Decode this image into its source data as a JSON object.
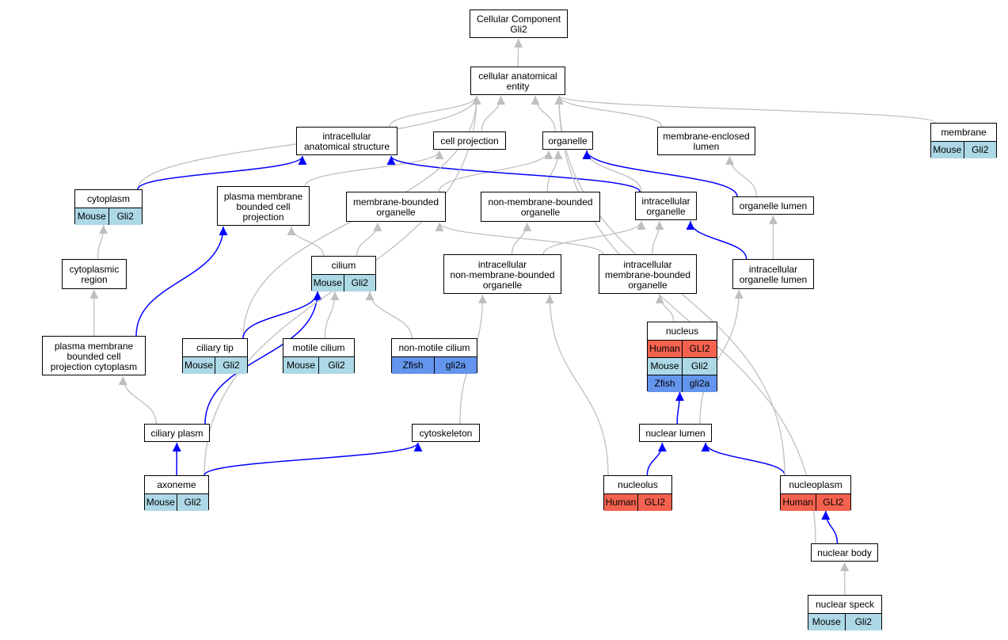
{
  "colors": {
    "Human": "#f4624f",
    "Mouse": "#add8e6",
    "Zfish": "#6495ed",
    "edge_isa": "#bfbfbf",
    "edge_partof": "#0000ff"
  },
  "nodes": [
    {
      "id": "cc",
      "lines": [
        "Cellular Component",
        "Gli2"
      ],
      "rows": []
    },
    {
      "id": "cae",
      "lines": [
        "cellular anatomical",
        "entity"
      ],
      "rows": []
    },
    {
      "id": "ias",
      "lines": [
        "intracellular",
        "anatomical structure"
      ],
      "rows": []
    },
    {
      "id": "cellproj",
      "lines": [
        "cell projection"
      ],
      "rows": []
    },
    {
      "id": "organelle",
      "lines": [
        "organelle"
      ],
      "rows": []
    },
    {
      "id": "mel",
      "lines": [
        "membrane-enclosed",
        "lumen"
      ],
      "rows": []
    },
    {
      "id": "membrane",
      "lines": [
        "membrane"
      ],
      "rows": [
        [
          "Mouse",
          "Gli2"
        ]
      ]
    },
    {
      "id": "cytoplasm",
      "lines": [
        "cytoplasm"
      ],
      "rows": [
        [
          "Mouse",
          "Gli2"
        ]
      ]
    },
    {
      "id": "pmbcp",
      "lines": [
        "plasma membrane",
        "bounded cell",
        "projection"
      ],
      "rows": []
    },
    {
      "id": "mbo",
      "lines": [
        "membrane-bounded",
        "organelle"
      ],
      "rows": []
    },
    {
      "id": "nmbo",
      "lines": [
        "non-membrane-bounded",
        "organelle"
      ],
      "rows": []
    },
    {
      "id": "io",
      "lines": [
        "intracellular",
        "organelle"
      ],
      "rows": []
    },
    {
      "id": "ol",
      "lines": [
        "organelle lumen"
      ],
      "rows": []
    },
    {
      "id": "cytoreg",
      "lines": [
        "cytoplasmic",
        "region"
      ],
      "rows": []
    },
    {
      "id": "cilium",
      "lines": [
        "cilium"
      ],
      "rows": [
        [
          "Mouse",
          "Gli2"
        ]
      ]
    },
    {
      "id": "inmbo",
      "lines": [
        "intracellular",
        "non-membrane-bounded",
        "organelle"
      ],
      "rows": []
    },
    {
      "id": "imbo",
      "lines": [
        "intracellular",
        "membrane-bounded",
        "organelle"
      ],
      "rows": []
    },
    {
      "id": "iol",
      "lines": [
        "intracellular",
        "organelle lumen"
      ],
      "rows": []
    },
    {
      "id": "nucleus",
      "lines": [
        "nucleus"
      ],
      "rows": [
        [
          "Human",
          "GLI2"
        ],
        [
          "Mouse",
          "Gli2"
        ],
        [
          "Zfish",
          "gli2a"
        ]
      ]
    },
    {
      "id": "pmbcpc",
      "lines": [
        "plasma membrane",
        "bounded cell",
        "projection cytoplasm"
      ],
      "rows": []
    },
    {
      "id": "ciltip",
      "lines": [
        "ciliary tip"
      ],
      "rows": [
        [
          "Mouse",
          "Gli2"
        ]
      ]
    },
    {
      "id": "motcil",
      "lines": [
        "motile cilium"
      ],
      "rows": [
        [
          "Mouse",
          "Gli2"
        ]
      ]
    },
    {
      "id": "nmcil",
      "lines": [
        "non-motile cilium"
      ],
      "rows": [
        [
          "Zfish",
          "gli2a"
        ]
      ]
    },
    {
      "id": "cilplasm",
      "lines": [
        "ciliary plasm"
      ],
      "rows": []
    },
    {
      "id": "cytoskel",
      "lines": [
        "cytoskeleton"
      ],
      "rows": []
    },
    {
      "id": "nuclumen",
      "lines": [
        "nuclear lumen"
      ],
      "rows": []
    },
    {
      "id": "axoneme",
      "lines": [
        "axoneme"
      ],
      "rows": [
        [
          "Mouse",
          "Gli2"
        ]
      ]
    },
    {
      "id": "nucleolus",
      "lines": [
        "nucleolus"
      ],
      "rows": [
        [
          "Human",
          "GLI2"
        ]
      ]
    },
    {
      "id": "nucleoplasm",
      "lines": [
        "nucleoplasm"
      ],
      "rows": [
        [
          "Human",
          "GLI2"
        ]
      ]
    },
    {
      "id": "nucbody",
      "lines": [
        "nuclear body"
      ],
      "rows": []
    },
    {
      "id": "nucspeck",
      "lines": [
        "nuclear speck"
      ],
      "rows": [
        [
          "Mouse",
          "Gli2"
        ]
      ]
    }
  ],
  "edges": [
    {
      "from": "cae",
      "to": "cc",
      "type": "isa"
    },
    {
      "from": "ias",
      "to": "cae",
      "type": "isa"
    },
    {
      "from": "cellproj",
      "to": "cae",
      "type": "isa"
    },
    {
      "from": "organelle",
      "to": "cae",
      "type": "isa"
    },
    {
      "from": "mel",
      "to": "cae",
      "type": "isa"
    },
    {
      "from": "membrane",
      "to": "cae",
      "type": "isa"
    },
    {
      "from": "cytoplasm",
      "to": "cae",
      "type": "isa"
    },
    {
      "from": "cytoplasm",
      "to": "ias",
      "type": "partof"
    },
    {
      "from": "pmbcp",
      "to": "cellproj",
      "type": "isa"
    },
    {
      "from": "mbo",
      "to": "organelle",
      "type": "isa"
    },
    {
      "from": "nmbo",
      "to": "organelle",
      "type": "isa"
    },
    {
      "from": "io",
      "to": "organelle",
      "type": "isa"
    },
    {
      "from": "io",
      "to": "ias",
      "type": "partof"
    },
    {
      "from": "ol",
      "to": "organelle",
      "type": "partof"
    },
    {
      "from": "ol",
      "to": "mel",
      "type": "isa"
    },
    {
      "from": "cytoreg",
      "to": "cytoplasm",
      "type": "isa"
    },
    {
      "from": "cilium",
      "to": "pmbcp",
      "type": "isa"
    },
    {
      "from": "cilium",
      "to": "mbo",
      "type": "isa"
    },
    {
      "from": "inmbo",
      "to": "nmbo",
      "type": "isa"
    },
    {
      "from": "inmbo",
      "to": "io",
      "type": "isa"
    },
    {
      "from": "imbo",
      "to": "mbo",
      "type": "isa"
    },
    {
      "from": "imbo",
      "to": "io",
      "type": "isa"
    },
    {
      "from": "iol",
      "to": "io",
      "type": "partof"
    },
    {
      "from": "iol",
      "to": "ol",
      "type": "isa"
    },
    {
      "from": "nucleus",
      "to": "imbo",
      "type": "isa"
    },
    {
      "from": "pmbcpc",
      "to": "cytoreg",
      "type": "isa"
    },
    {
      "from": "pmbcpc",
      "to": "pmbcp",
      "type": "partof"
    },
    {
      "from": "ciltip",
      "to": "cae",
      "type": "isa"
    },
    {
      "from": "ciltip",
      "to": "cilium",
      "type": "partof"
    },
    {
      "from": "motcil",
      "to": "cilium",
      "type": "isa"
    },
    {
      "from": "nmcil",
      "to": "cilium",
      "type": "isa"
    },
    {
      "from": "cilplasm",
      "to": "pmbcpc",
      "type": "isa"
    },
    {
      "from": "cilplasm",
      "to": "cilium",
      "type": "partof"
    },
    {
      "from": "cytoskel",
      "to": "inmbo",
      "type": "isa"
    },
    {
      "from": "nuclumen",
      "to": "nucleus",
      "type": "partof"
    },
    {
      "from": "nuclumen",
      "to": "iol",
      "type": "isa"
    },
    {
      "from": "axoneme",
      "to": "cae",
      "type": "isa"
    },
    {
      "from": "axoneme",
      "to": "cilplasm",
      "type": "partof"
    },
    {
      "from": "axoneme",
      "to": "cytoskel",
      "type": "partof"
    },
    {
      "from": "nucleolus",
      "to": "inmbo",
      "type": "isa"
    },
    {
      "from": "nucleolus",
      "to": "nuclumen",
      "type": "partof"
    },
    {
      "from": "nucleoplasm",
      "to": "nuclumen",
      "type": "partof"
    },
    {
      "from": "nucleoplasm",
      "to": "cae",
      "type": "isa"
    },
    {
      "from": "nucbody",
      "to": "nucleoplasm",
      "type": "partof"
    },
    {
      "from": "nucbody",
      "to": "cae",
      "type": "isa"
    },
    {
      "from": "nucspeck",
      "to": "nucbody",
      "type": "isa"
    }
  ]
}
